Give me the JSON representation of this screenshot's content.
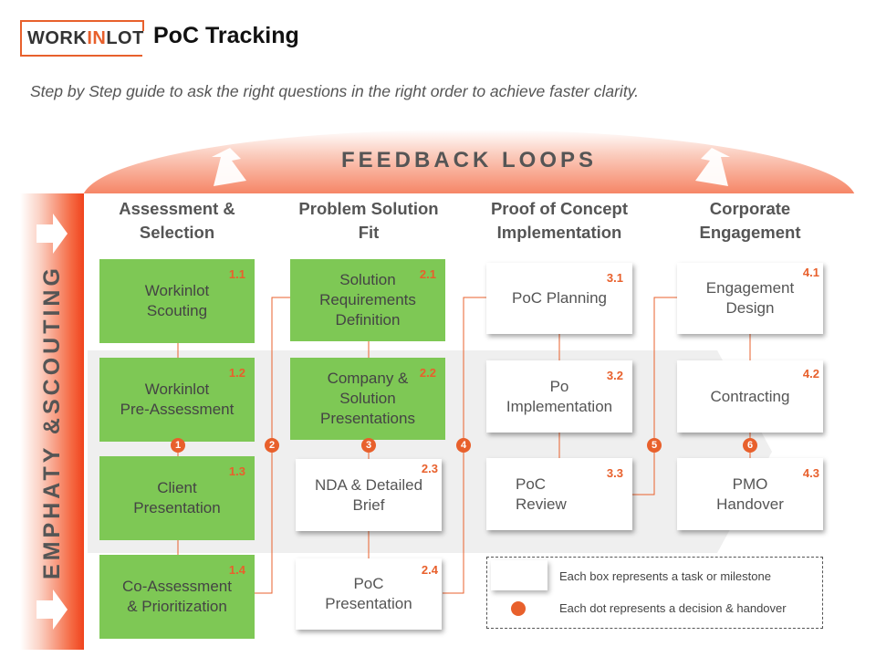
{
  "header": {
    "logo_part1": "WORK",
    "logo_part2": "IN",
    "logo_part3": "LOT",
    "title": "PoC Tracking",
    "subtitle": "Step by Step guide to ask the right questions in the right order to achieve faster clarity."
  },
  "feedback_label": "FEEDBACK LOOPS",
  "side_label": "EMPHATY &SCOUTING",
  "columns": [
    {
      "title": "Assessment &\nSelection"
    },
    {
      "title": "Problem Solution\nFit"
    },
    {
      "title": "Proof of Concept\nImplementation"
    },
    {
      "title": "Corporate\nEngagement"
    }
  ],
  "boxes": [
    {
      "label": "Workinlot\nScouting",
      "num": "1.1"
    },
    {
      "label": "Workinlot\nPre-Assessment",
      "num": "1.2"
    },
    {
      "label": "Client\nPresentation",
      "num": "1.3"
    },
    {
      "label": "Co-Assessment\n& Prioritization",
      "num": "1.4"
    },
    {
      "label": "Solution\nRequirements\nDefinition",
      "num": "2.1"
    },
    {
      "label": "Company &\nSolution\nPresentations",
      "num": "2.2"
    },
    {
      "label": "NDA & Detailed\nBrief",
      "num": "2.3"
    },
    {
      "label": "PoC\nPresentation",
      "num": "2.4"
    },
    {
      "label": "PoC Planning",
      "num": "3.1"
    },
    {
      "label": "Po\nImplementation",
      "num": "3.2"
    },
    {
      "label": "PoC\nReview",
      "num": "3.3"
    },
    {
      "label": "Engagement\nDesign",
      "num": "4.1"
    },
    {
      "label": "Contracting",
      "num": "4.2"
    },
    {
      "label": "PMO\nHandover",
      "num": "4.3"
    }
  ],
  "dots": [
    "1",
    "2",
    "3",
    "4",
    "5",
    "6"
  ],
  "legend": {
    "box_text": "Each box represents a task or milestone",
    "dot_text": "Each dot represents a decision & handover"
  },
  "colors": {
    "accent": "#e8602c",
    "green": "#7ec855",
    "band": "#efefef"
  }
}
